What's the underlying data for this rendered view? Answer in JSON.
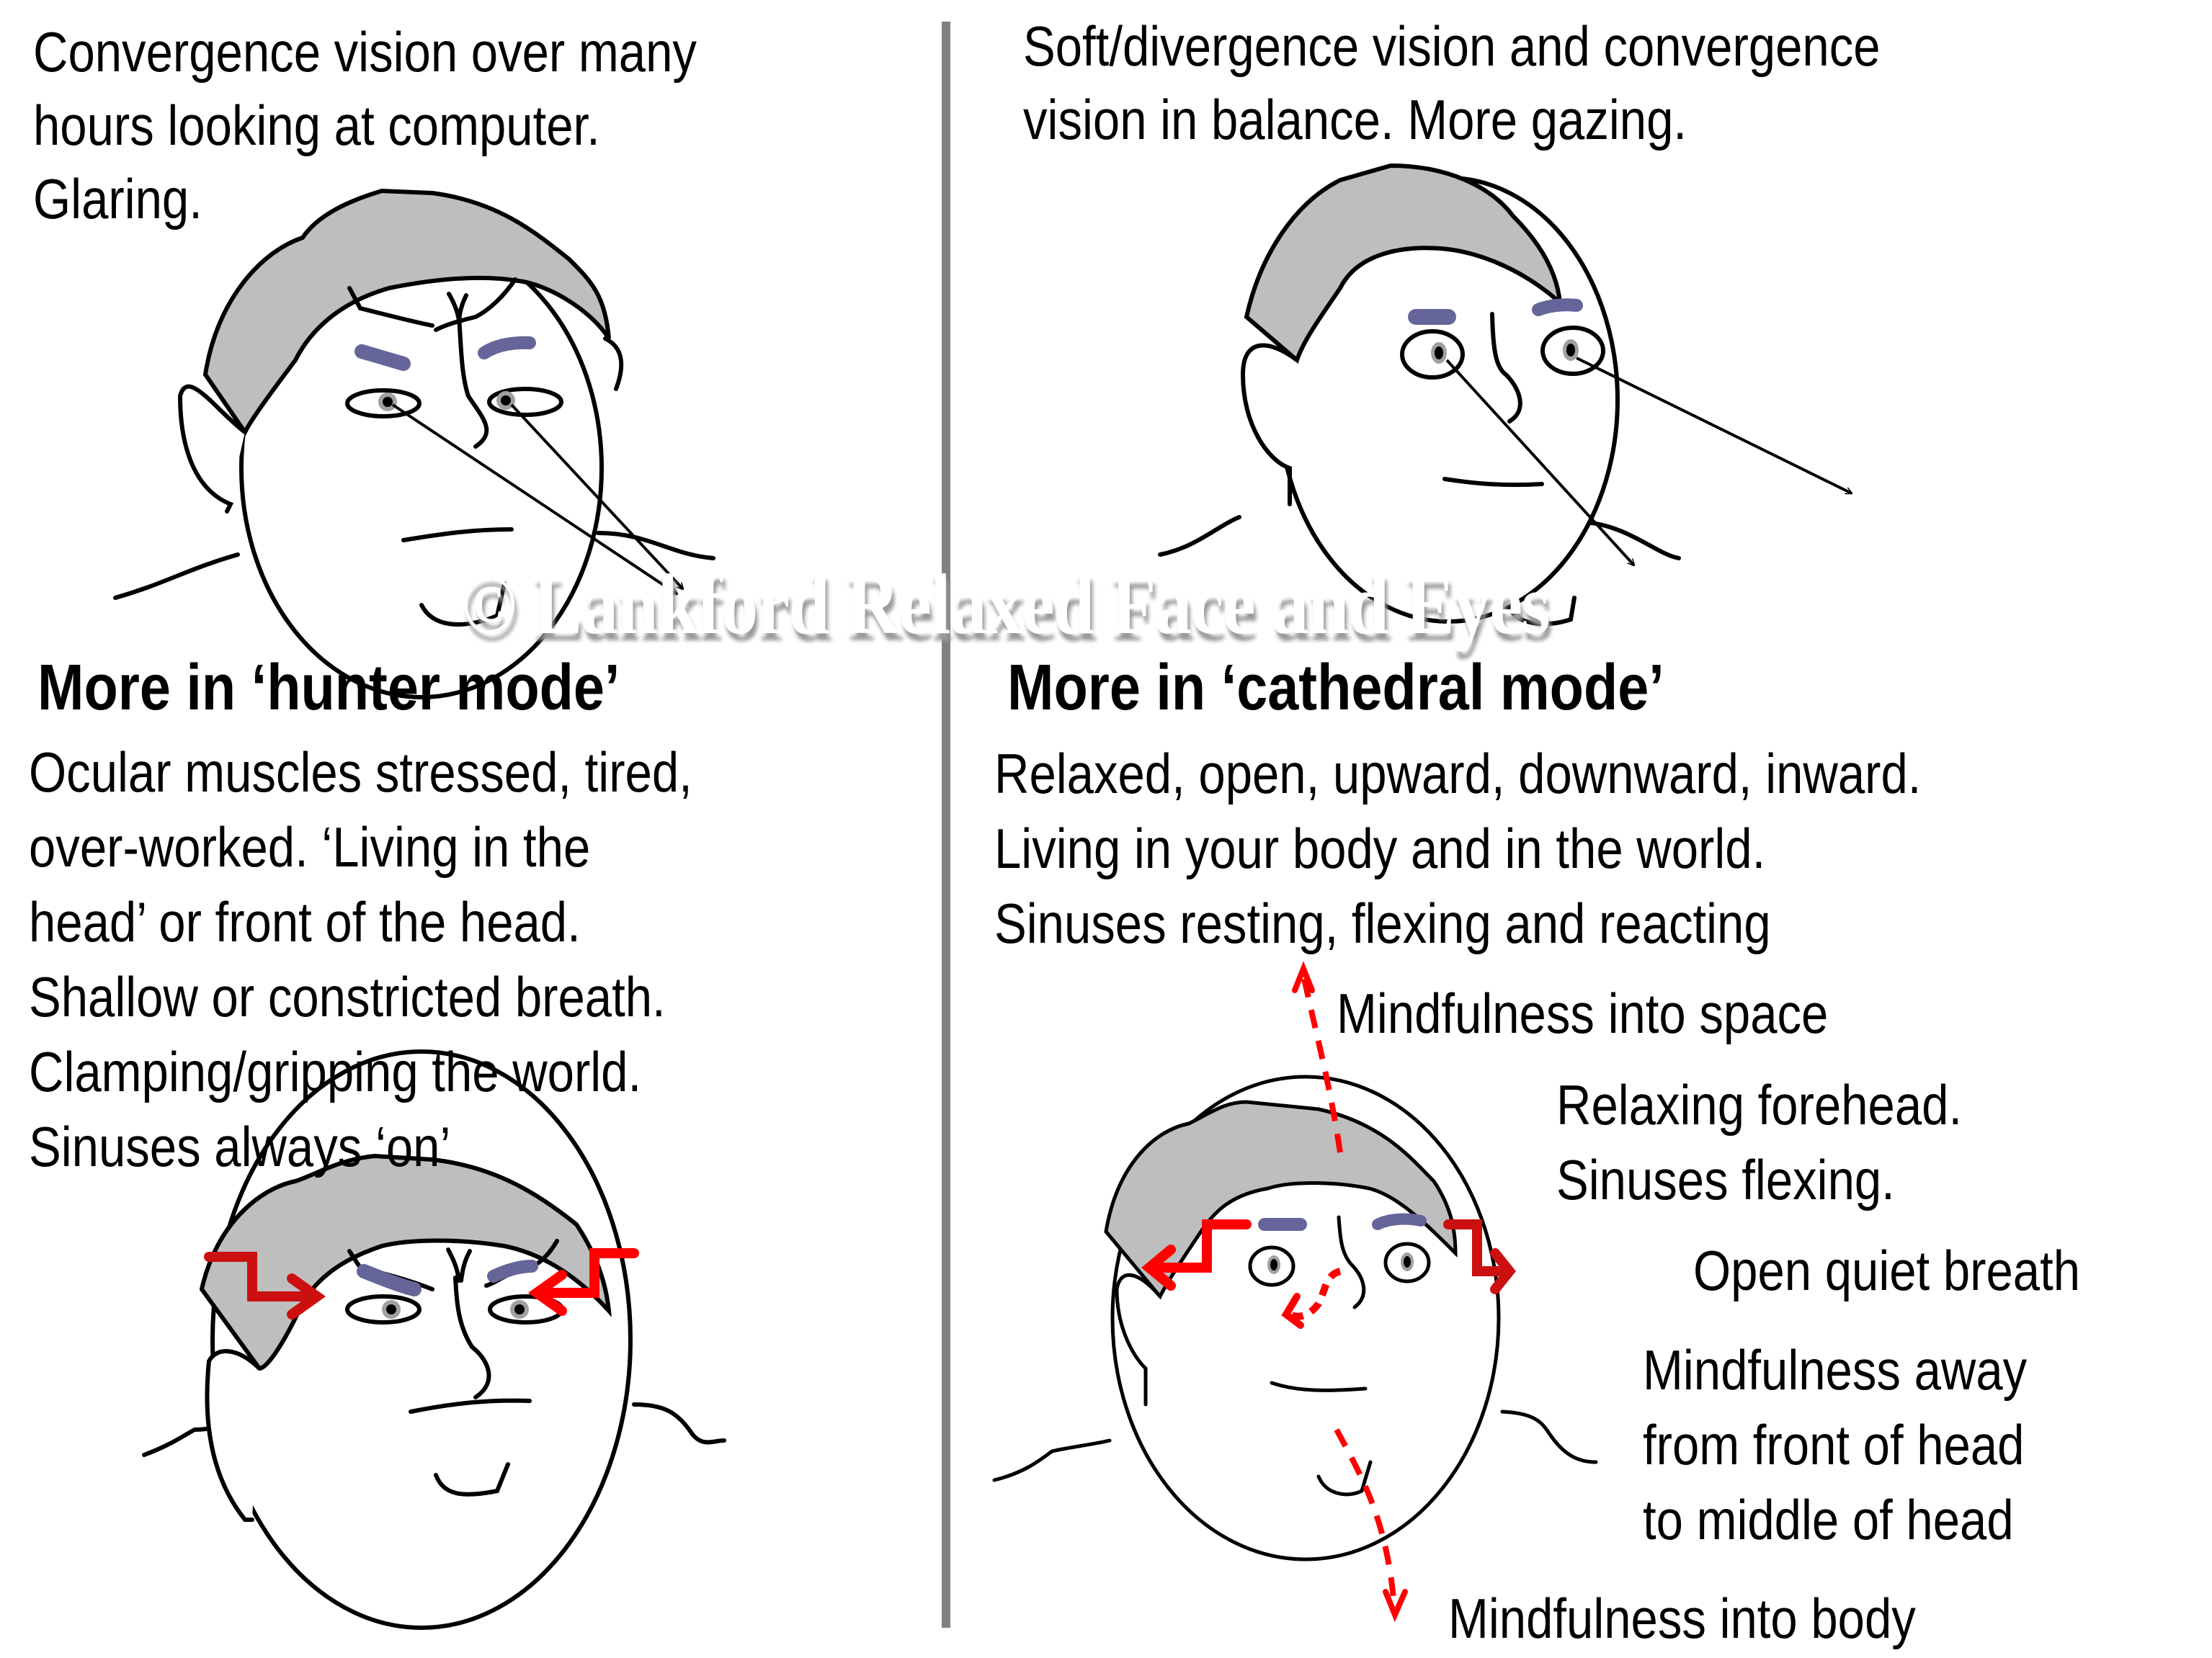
{
  "colors": {
    "hair": "#bebebe",
    "brow": "#65659a",
    "iris": "#a0a0a0",
    "arrow_red": "#ff0000",
    "arrow_dark_red": "#cc1010",
    "divider": "#808080"
  },
  "top_left": {
    "caption_lines": [
      "Convergence vision over many",
      "hours looking at computer.",
      "Glaring."
    ]
  },
  "top_right": {
    "caption_lines": [
      "Soft/divergence vision and convergence",
      "vision in balance. More gazing."
    ]
  },
  "watermark": "© Lankford Relaxed Face and Eyes",
  "hunter": {
    "heading": "More in ‘hunter mode’",
    "lines": [
      "Ocular muscles stressed, tired,",
      "over-worked. ‘Living in the",
      "head’ or front of the head.",
      "Shallow or constricted breath.",
      "Clamping/gripping the world.",
      "Sinuses always ‘on’"
    ]
  },
  "cathedral": {
    "heading": "More in ‘cathedral mode’",
    "lines": [
      "Relaxed, open, upward, downward, inward.",
      "Living in your body and in the world.",
      "Sinuses resting, flexing and reacting"
    ],
    "labels": {
      "mindfulness_space": "Mindfulness into space",
      "forehead_1": "Relaxing forehead.",
      "forehead_2": "Sinuses flexing.",
      "breath": "Open quiet breath",
      "away_1": "Mindfulness away",
      "away_2": "from front of head",
      "away_3": "to middle of head",
      "mindfulness_body": "Mindfulness into body"
    }
  }
}
